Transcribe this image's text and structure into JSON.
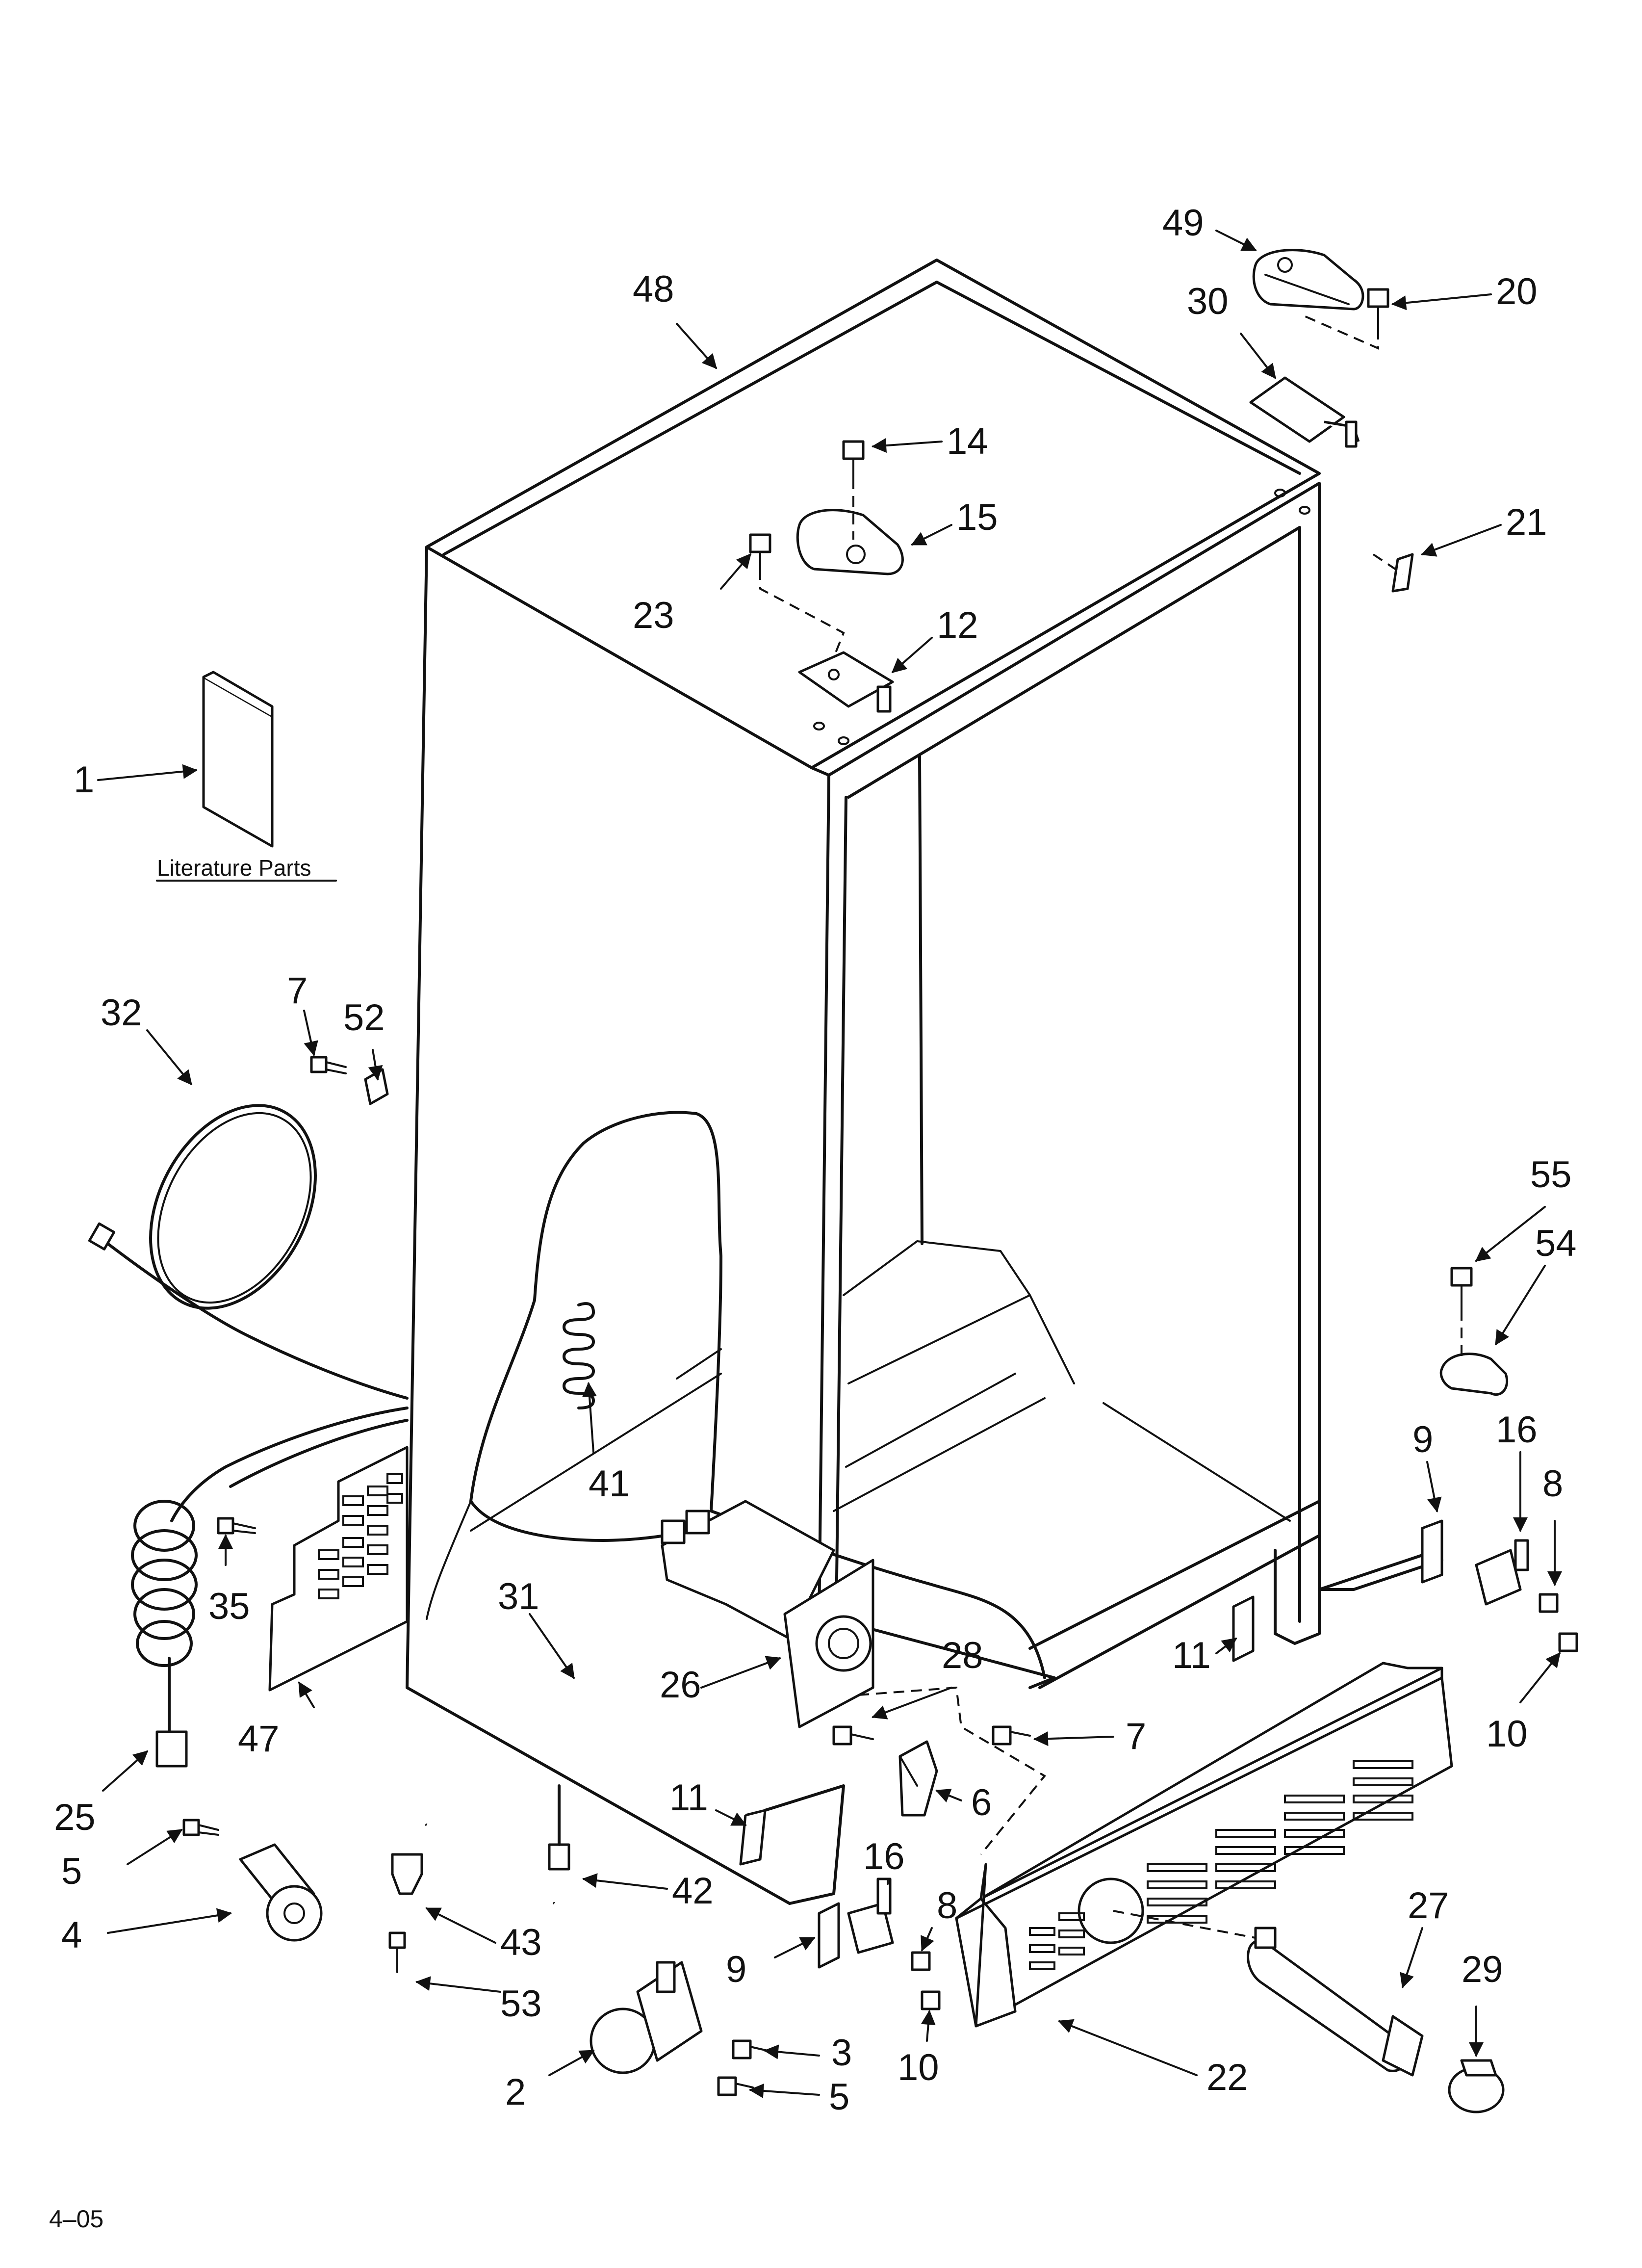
{
  "literature_label": "Literature Parts",
  "revision": "4–05",
  "callouts": [
    {
      "id": "c1",
      "text": "1"
    },
    {
      "id": "c2",
      "text": "2"
    },
    {
      "id": "c3",
      "text": "3"
    },
    {
      "id": "c4",
      "text": "4"
    },
    {
      "id": "c5a",
      "text": "5"
    },
    {
      "id": "c5b",
      "text": "5"
    },
    {
      "id": "c6",
      "text": "6"
    },
    {
      "id": "c7a",
      "text": "7"
    },
    {
      "id": "c7b",
      "text": "7"
    },
    {
      "id": "c8a",
      "text": "8"
    },
    {
      "id": "c8b",
      "text": "8"
    },
    {
      "id": "c9a",
      "text": "9"
    },
    {
      "id": "c9b",
      "text": "9"
    },
    {
      "id": "c10a",
      "text": "10"
    },
    {
      "id": "c10b",
      "text": "10"
    },
    {
      "id": "c11a",
      "text": "11"
    },
    {
      "id": "c11b",
      "text": "11"
    },
    {
      "id": "c12",
      "text": "12"
    },
    {
      "id": "c14",
      "text": "14"
    },
    {
      "id": "c15",
      "text": "15"
    },
    {
      "id": "c16a",
      "text": "16"
    },
    {
      "id": "c16b",
      "text": "16"
    },
    {
      "id": "c20",
      "text": "20"
    },
    {
      "id": "c21",
      "text": "21"
    },
    {
      "id": "c22",
      "text": "22"
    },
    {
      "id": "c23",
      "text": "23"
    },
    {
      "id": "c25",
      "text": "25"
    },
    {
      "id": "c26",
      "text": "26"
    },
    {
      "id": "c27",
      "text": "27"
    },
    {
      "id": "c28",
      "text": "28"
    },
    {
      "id": "c29",
      "text": "29"
    },
    {
      "id": "c30",
      "text": "30"
    },
    {
      "id": "c31",
      "text": "31"
    },
    {
      "id": "c32",
      "text": "32"
    },
    {
      "id": "c35",
      "text": "35"
    },
    {
      "id": "c41",
      "text": "41"
    },
    {
      "id": "c42",
      "text": "42"
    },
    {
      "id": "c43",
      "text": "43"
    },
    {
      "id": "c47",
      "text": "47"
    },
    {
      "id": "c48",
      "text": "48"
    },
    {
      "id": "c49",
      "text": "49"
    },
    {
      "id": "c52",
      "text": "52"
    },
    {
      "id": "c53",
      "text": "53"
    },
    {
      "id": "c54",
      "text": "54"
    },
    {
      "id": "c55",
      "text": "55"
    }
  ]
}
